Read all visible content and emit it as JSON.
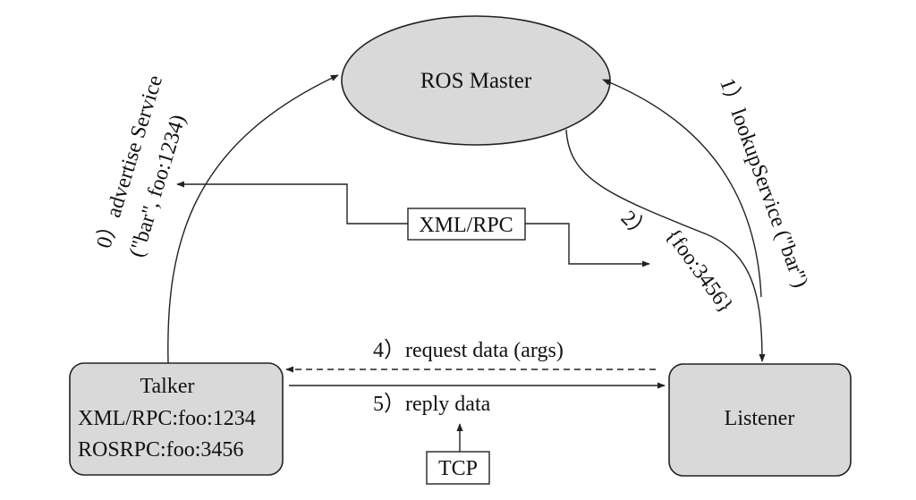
{
  "nodes": {
    "master": {
      "label": "ROS Master"
    },
    "talker": {
      "title": "Talker",
      "line1": "XML/RPC:foo:1234",
      "line2": "ROSRPC:foo:3456"
    },
    "listener": {
      "label": "Listener"
    }
  },
  "boxes": {
    "xmlrpc": "XML/RPC",
    "tcp": "TCP"
  },
  "edges": {
    "advertise_line1": "0）advertise Service",
    "advertise_line2": "(\"bar\", foo:1234)",
    "lookup": "1）lookupService (\"bar\")",
    "reply_master_num": "2）",
    "reply_master_val": "{foo:3456}",
    "request": "4）request data (args)",
    "reply": "5）reply data"
  },
  "colors": {
    "node_fill": "#d9d9d9",
    "stroke": "#222222",
    "background": "#ffffff"
  }
}
